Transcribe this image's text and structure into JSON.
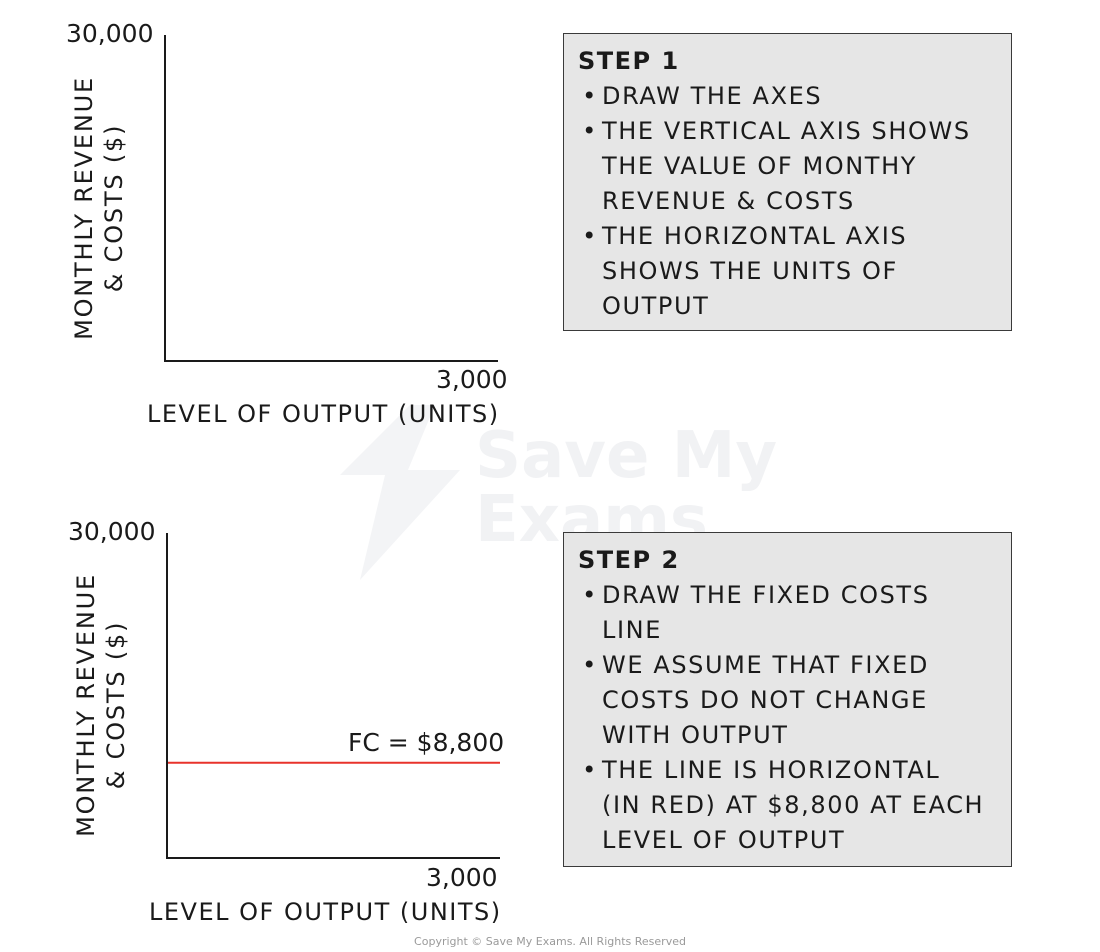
{
  "watermark": {
    "line1": "Save My",
    "line2": "Exams"
  },
  "copyright": "Copyright © Save My Exams. All Rights Reserved",
  "chart_data": [
    {
      "type": "line",
      "y_axis_label": [
        "MONTHLY REVENUE",
        "& COSTS ($)"
      ],
      "x_axis_label": "LEVEL OF OUTPUT (UNITS)",
      "y_max_label": "30,000",
      "x_max_label": "3,000",
      "xlim": [
        0,
        3000
      ],
      "ylim": [
        0,
        30000
      ],
      "series": [],
      "step": {
        "title": "STEP 1",
        "bullets": [
          "DRAW THE AXES",
          "THE VERTICAL AXIS SHOWS\nTHE VALUE OF MONTHY\nREVENUE & COSTS",
          "THE HORIZONTAL AXIS\nSHOWS THE UNITS OF\nOUTPUT"
        ]
      }
    },
    {
      "type": "line",
      "y_axis_label": [
        "MONTHLY REVENUE",
        "& COSTS ($)"
      ],
      "x_axis_label": "LEVEL OF OUTPUT (UNITS)",
      "y_max_label": "30,000",
      "x_max_label": "3,000",
      "xlim": [
        0,
        3000
      ],
      "ylim": [
        0,
        30000
      ],
      "series": [
        {
          "name": "FC = $8,800",
          "color": "#e8322b",
          "x": [
            0,
            3000
          ],
          "y": [
            8800,
            8800
          ]
        }
      ],
      "step": {
        "title": "STEP 2",
        "bullets": [
          "DRAW THE FIXED COSTS\nLINE",
          "WE ASSUME THAT FIXED\nCOSTS DO NOT CHANGE\nWITH OUTPUT",
          "THE LINE IS HORIZONTAL\n(IN RED) AT $8,800 AT EACH\nLEVEL OF OUTPUT"
        ]
      }
    }
  ]
}
